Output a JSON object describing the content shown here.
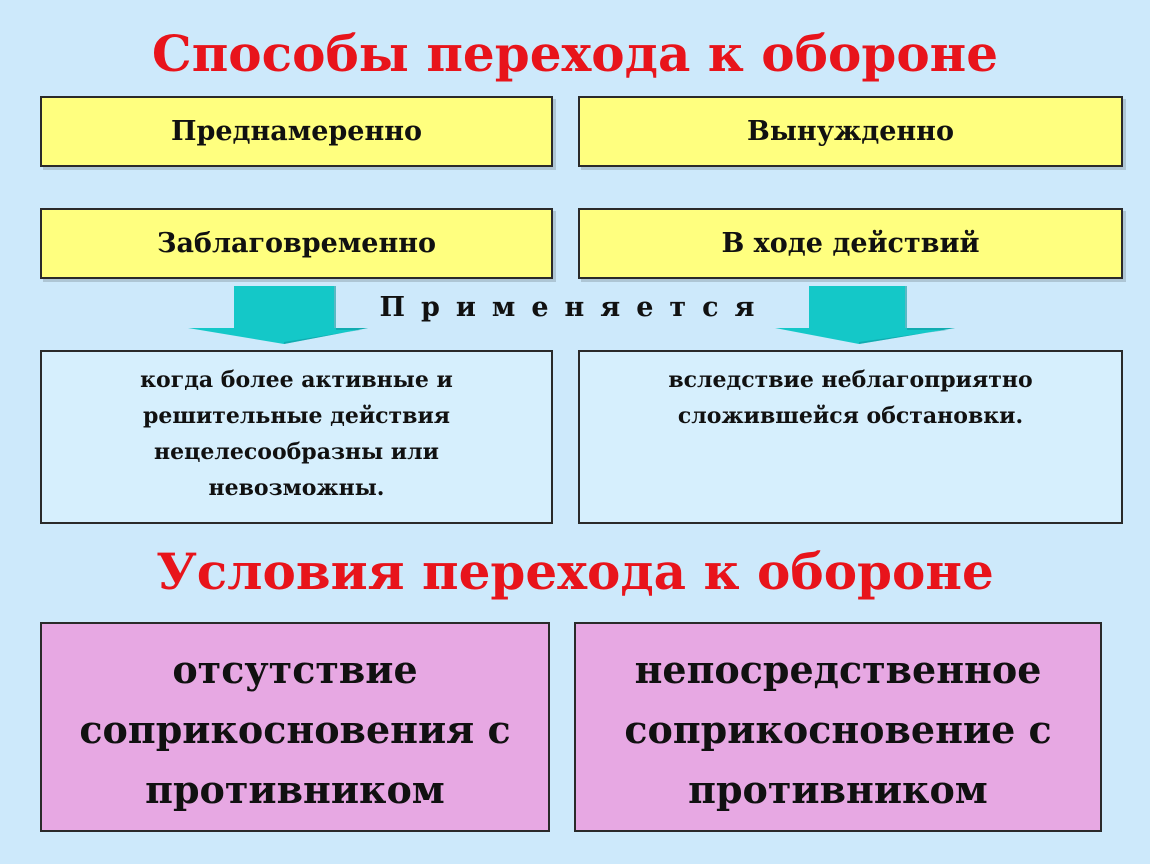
{
  "header": {
    "title": "Способы перехода к обороне"
  },
  "methods": {
    "deliberate": "Преднамеренно",
    "forced": "Вынужденно",
    "in_advance": "Заблаговременно",
    "during_action": "В ходе действий",
    "applied_label": "Применяется",
    "left_description": "когда более активные и решительные действия нецелесообразны или невозможны.",
    "right_description": "вследствие неблагоприятно сложившейся обстановки."
  },
  "conditions": {
    "title": "Условия перехода к обороне",
    "left": "отсутствие соприкосновения с противником",
    "right": "непосредственное соприкосновение с противником"
  },
  "colors": {
    "background": "#cde9fb",
    "title": "#e8141b",
    "yellow_box": "#ffff7f",
    "description_box": "#d6effd",
    "condition_box": "#e7a8e3",
    "arrow": "#14c8c8"
  },
  "icons": {
    "left_arrow": "down-arrow-icon",
    "right_arrow": "down-arrow-icon"
  }
}
